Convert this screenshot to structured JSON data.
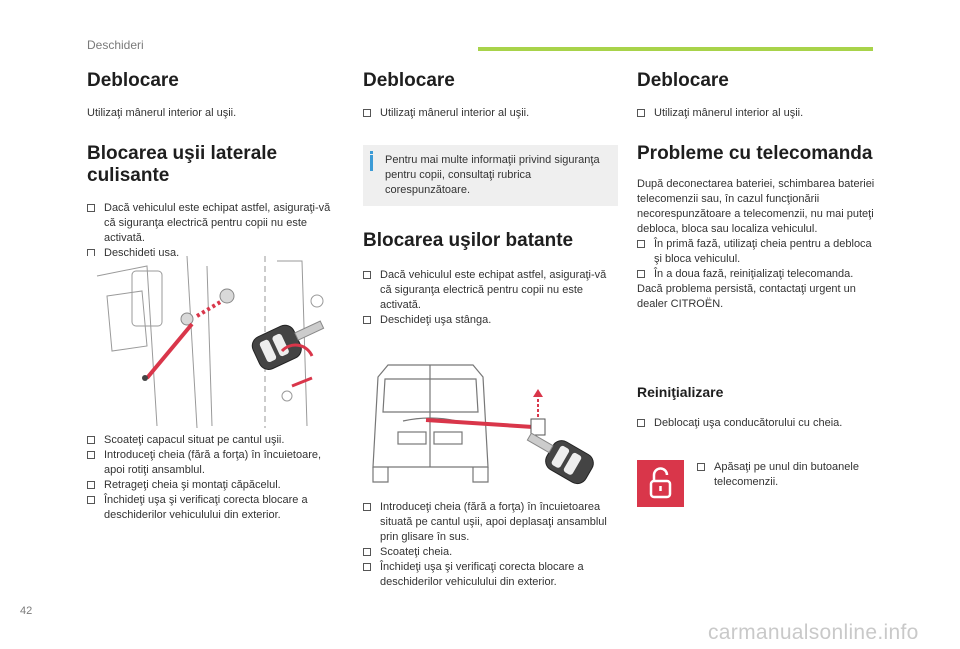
{
  "header": {
    "section": "Deschideri",
    "accent_color": "#a8d34a"
  },
  "col1": {
    "title": "Deblocare",
    "intro": "Utilizaţi mânerul interior al uşii.",
    "subtitle_line1": "Blocarea uşii laterale",
    "subtitle_line2": "culisante",
    "bullets_a": [
      "Dacă vehiculul este echipat astfel, asiguraţi-vă că siguranţa electrică pentru copii nu este activată.",
      "Deschideţi uşa."
    ],
    "bullets_b": [
      "Scoateţi capacul situat pe cantul uşii.",
      "Introduceţi cheia (fără a forţa) în încuietoare, apoi rotiţi ansamblul.",
      "Retrageţi cheia şi montaţi căpăcelul.",
      "Închideţi uşa şi verificaţi corecta blocare a deschiderilor vehiculului din exterior."
    ]
  },
  "col2": {
    "title": "Deblocare",
    "bullet_intro": "Utilizaţi mânerul interior al uşii.",
    "info": "Pentru mai multe informaţii privind siguranţa pentru copii, consultaţi rubrica corespunzătoare.",
    "subtitle": "Blocarea uşilor batante",
    "bullets_a": [
      "Dacă vehiculul este echipat astfel, asiguraţi-vă că siguranţa electrică pentru copii nu este activată.",
      "Deschideţi uşa stânga."
    ],
    "bullets_b": [
      "Introduceţi cheia (fără a forţa) în încuietoarea situată pe cantul uşii, apoi deplasaţi ansamblul prin glisare în sus.",
      "Scoateţi cheia.",
      "Închideţi uşa şi verificaţi corecta blocare a deschiderilor vehiculului din exterior."
    ]
  },
  "col3": {
    "title": "Deblocare",
    "bullet_intro": "Utilizaţi mânerul interior al uşii.",
    "subtitle": "Probleme cu telecomanda",
    "para1": "După deconectarea bateriei, schimbarea bateriei telecomenzii sau, în cazul funcţionării necorespunzătoare a telecomenzii, nu mai puteţi debloca, bloca sau localiza vehiculul.",
    "bullets": [
      "În primă fază, utilizaţi cheia pentru a debloca şi bloca vehiculul.",
      "În a doua fază, reiniţializaţi telecomanda."
    ],
    "para2": "Dacă problema persistă, contactaţi urgent un dealer CITROËN.",
    "subtitle2": "Reiniţializare",
    "bullet_reset": "Deblocaţi uşa conducătorului cu cheia.",
    "bullet_press": "Apăsaţi pe unul din butoanele telecomenzii."
  },
  "footer": {
    "page_number": "42",
    "watermark": "carmanualsonline.info"
  }
}
